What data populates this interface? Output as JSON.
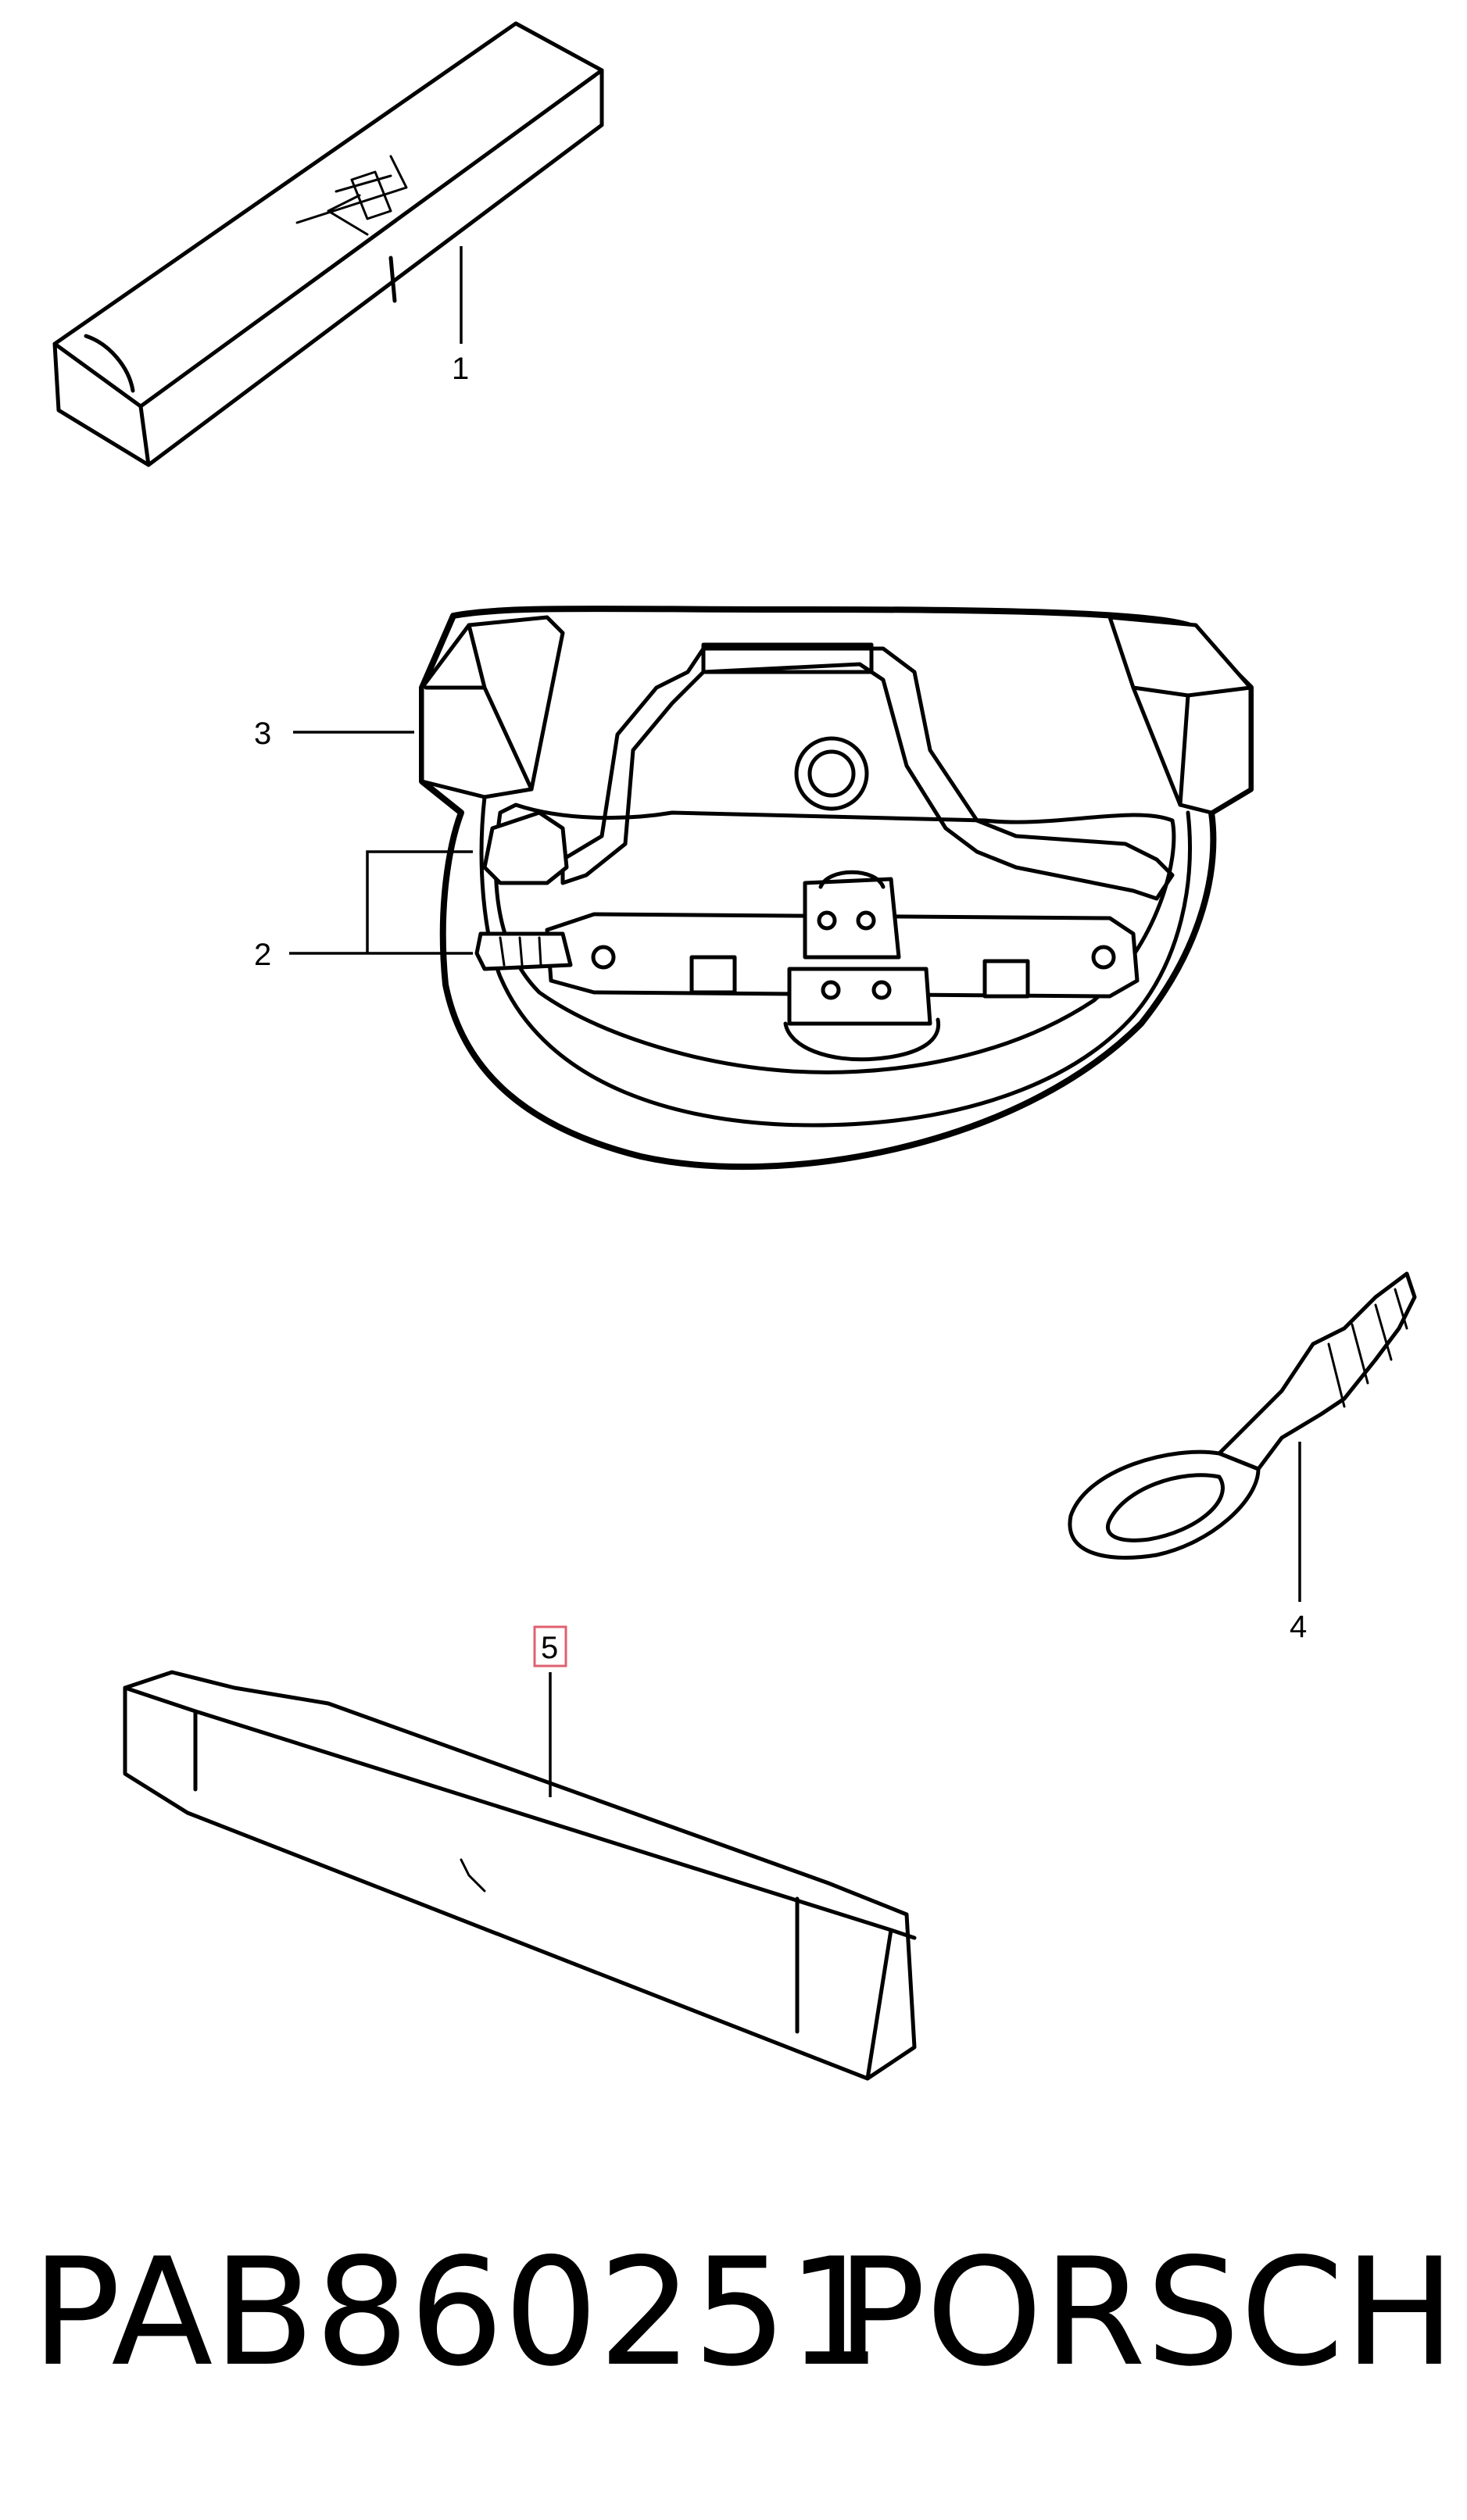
{
  "callouts": {
    "c1": "1",
    "c2": "2",
    "c3": "3",
    "c4": "4",
    "c5": "5"
  },
  "caption": {
    "part_number": "PAB860251",
    "brand": "PORSCHE"
  },
  "colors": {
    "line": "#000000",
    "background": "#ffffff",
    "highlight_box": "#e06070"
  }
}
